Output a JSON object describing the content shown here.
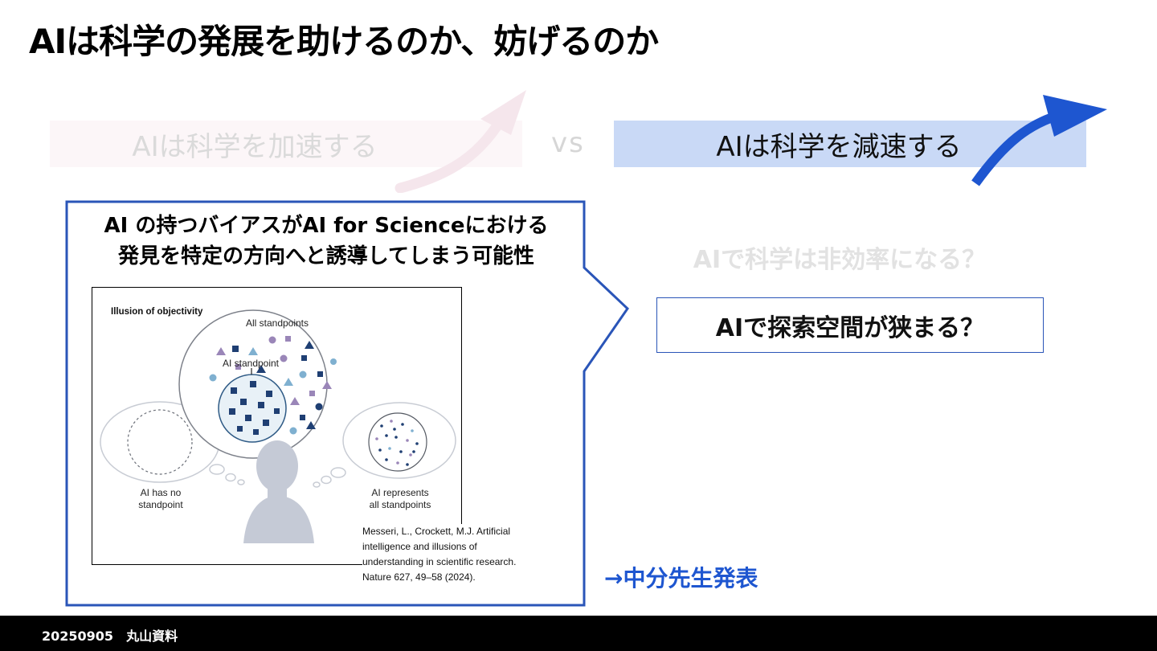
{
  "slide": {
    "title": "AIは科学の発展を助けるのか、妨げるのか"
  },
  "comparison": {
    "left_label": "AIは科学を加速する",
    "vs_label": "vs",
    "right_label": "AIは科学を減速する"
  },
  "callout": {
    "title_line1": "AI の持つバイアスがAI for Scienceにおける",
    "title_line2": "発見を特定の方向へと誘導してしまう可能性"
  },
  "figure": {
    "heading": "Illusion of objectivity",
    "all_standpoints": "All standpoints",
    "ai_standpoint": "AI standpoint",
    "no_standpoint_line1": "AI has no",
    "no_standpoint_line2": "standpoint",
    "represents_line1": "AI represents",
    "represents_line2": "all standpoints"
  },
  "citation": {
    "line1": "Messeri, L., Crockett, M.J. Artificial",
    "line2": "intelligence and illusions of",
    "line3": "understanding in scientific research.",
    "line4": "Nature 627, 49–58 (2024)."
  },
  "questions": {
    "faded": "AIで科学は非効率になる？",
    "highlighted": "AIで探索空間が狭まる？"
  },
  "link": {
    "label": "→中分先生発表"
  },
  "footer": {
    "text": "20250905　丸山資料"
  },
  "colors": {
    "accent_blue": "#1e56d0",
    "decel_fill": "#c9d9f6",
    "accel_fill": "#fcf6f8",
    "callout_border": "#2a55b8",
    "figure_navy": "#1f3f73",
    "figure_purple": "#9a86b8",
    "figure_lightblue": "#7fb0d0"
  },
  "icons": {
    "up_arrow_faded": "trend-up-arrow-icon",
    "up_arrow_blue": "trend-up-arrow-icon",
    "person_silhouette": "person-silhouette-icon"
  }
}
